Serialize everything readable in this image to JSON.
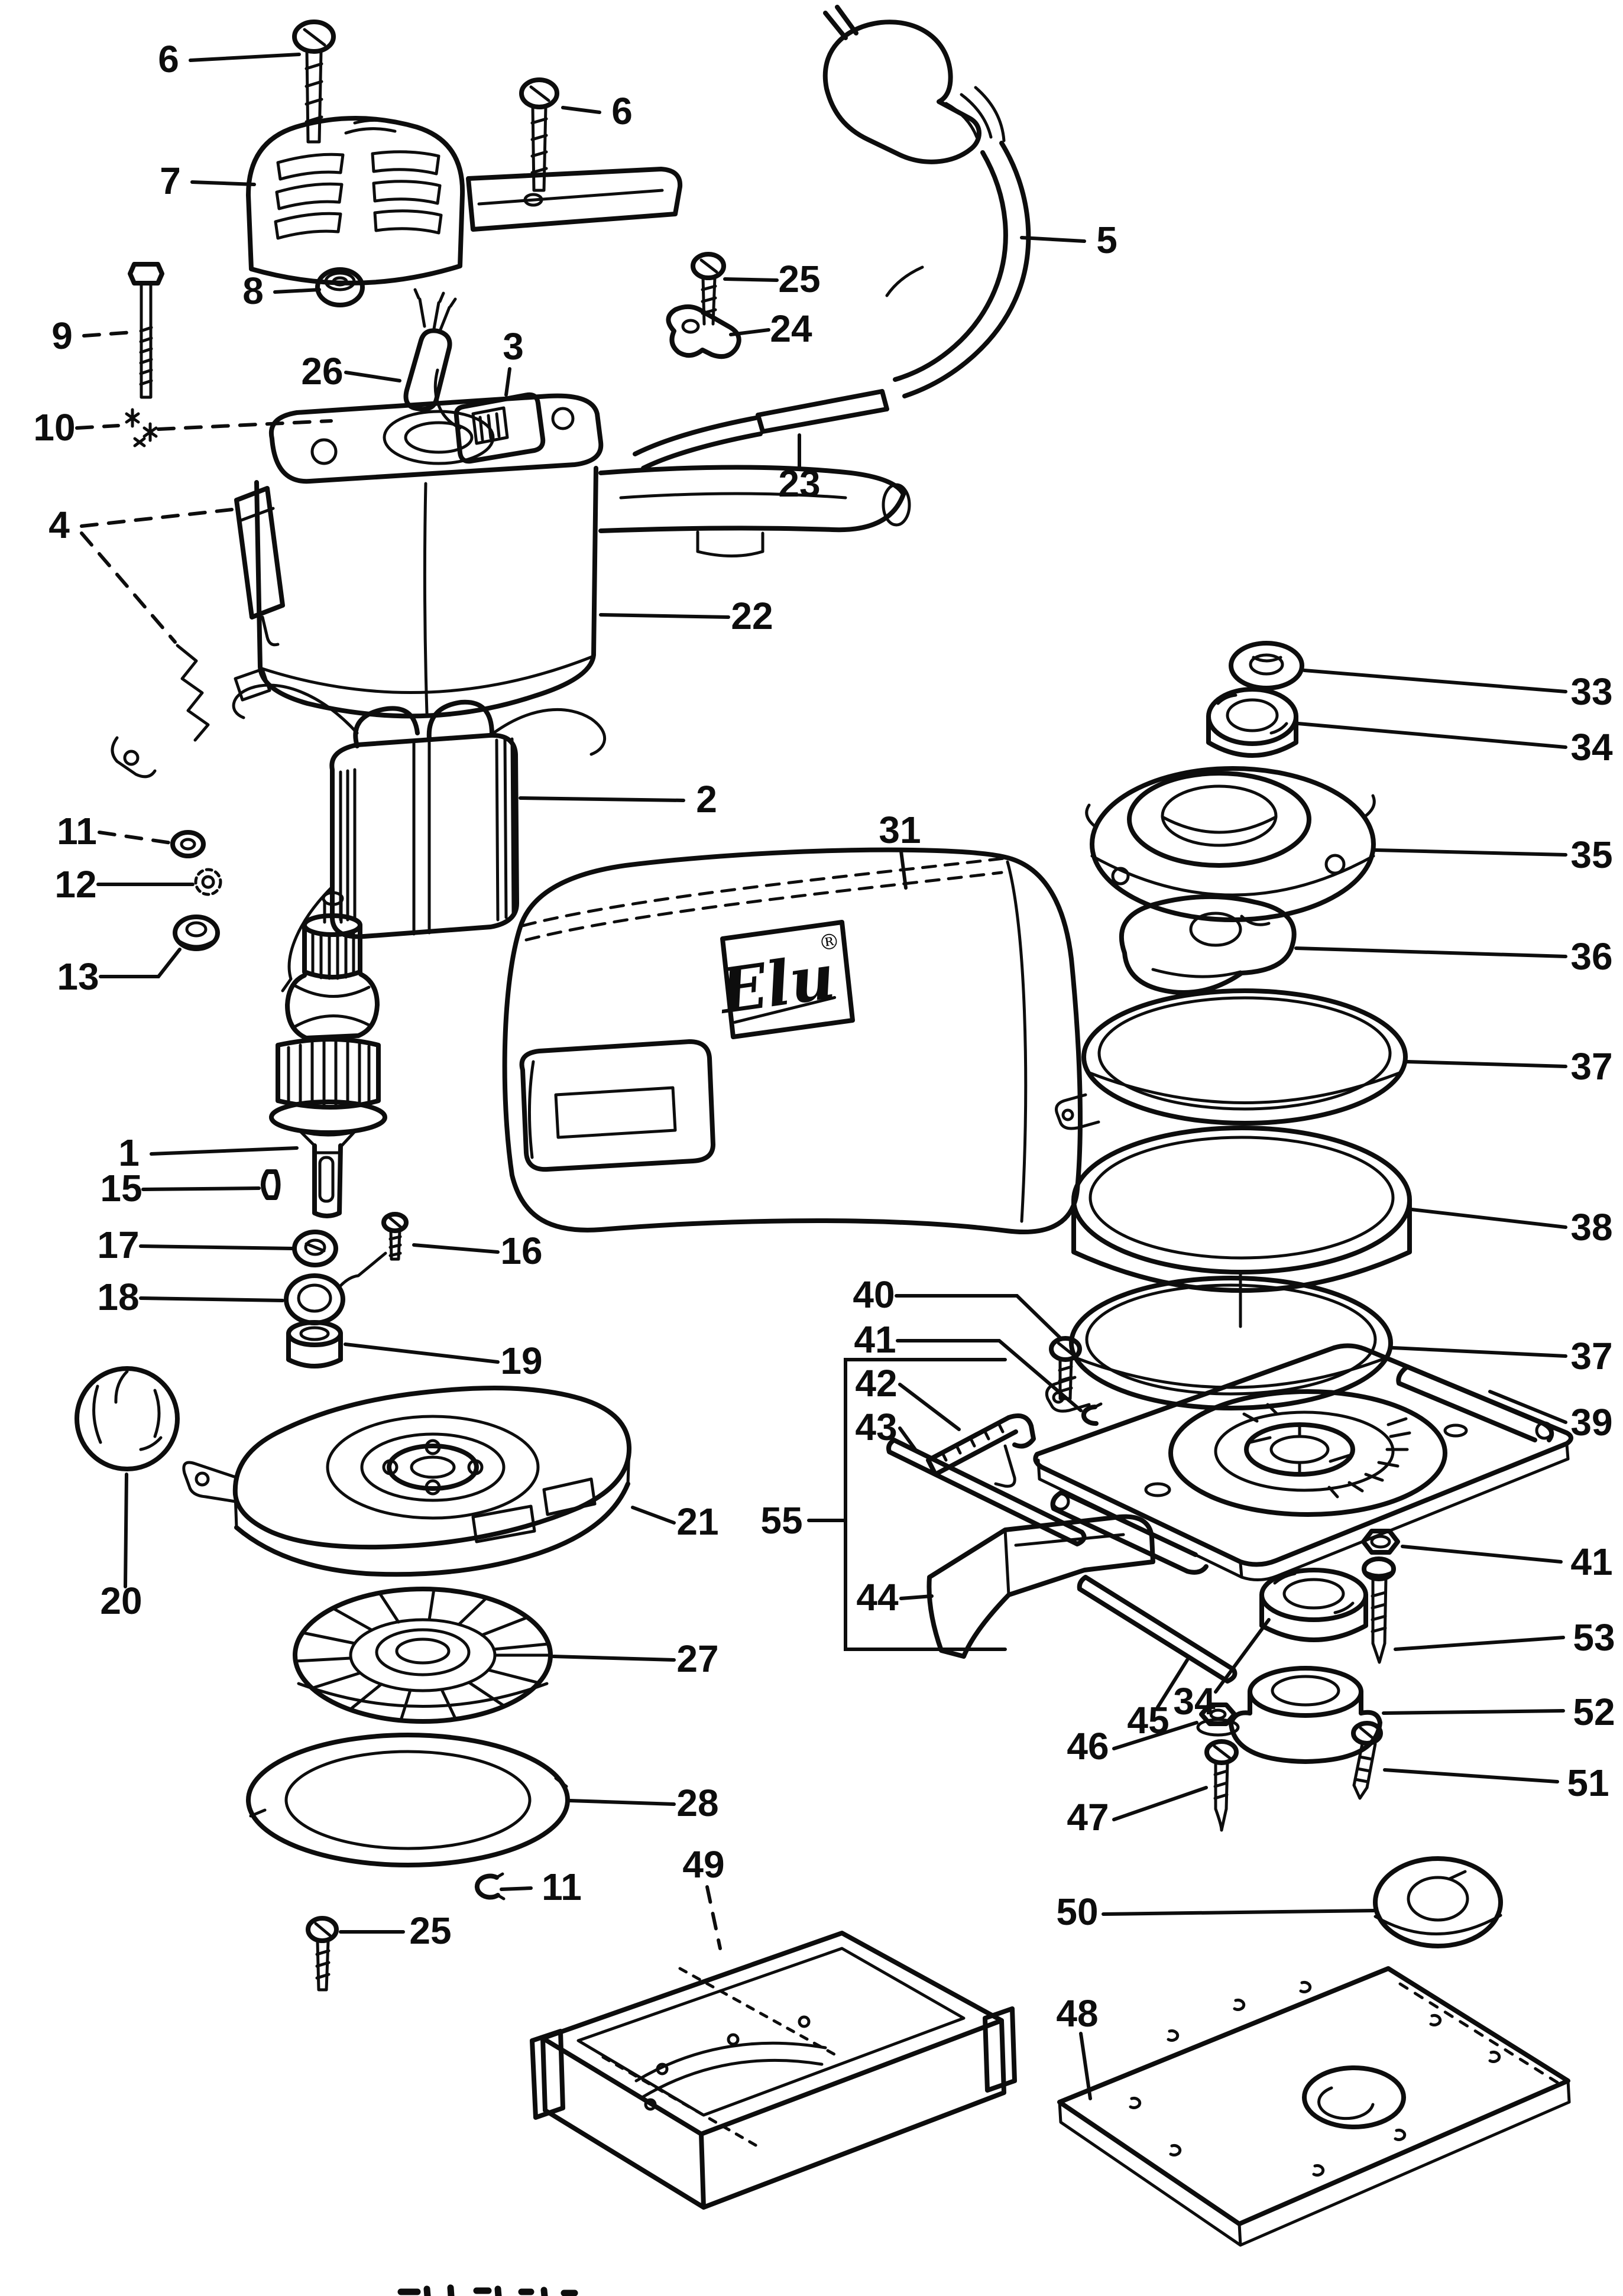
{
  "document": {
    "type": "exploded-parts-diagram",
    "paper_color": "#ffffff",
    "ink_color": "#0d0d0d"
  },
  "logo": {
    "text": "Elu",
    "registered": "®"
  },
  "callouts": {
    "l1": "1",
    "l2": "2",
    "l3": "3",
    "l4": "4",
    "l5": "5",
    "l6a": "6",
    "l6b": "6",
    "l7": "7",
    "l8": "8",
    "l9": "9",
    "l10": "10",
    "l11a": "11",
    "l11b": "11",
    "l12": "12",
    "l13": "13",
    "l15": "15",
    "l16": "16",
    "l17": "17",
    "l18": "18",
    "l19": "19",
    "l20": "20",
    "l21": "21",
    "l22": "22",
    "l23": "23",
    "l24": "24",
    "l25a": "25",
    "l25b": "25",
    "l26": "26",
    "l27": "27",
    "l28": "28",
    "l31": "31",
    "l33": "33",
    "l34a": "34",
    "l34b": "34",
    "l35": "35",
    "l36": "36",
    "l37a": "37",
    "l37b": "37",
    "l38": "38",
    "l39": "39",
    "l40": "40",
    "l41a": "41",
    "l41b": "41",
    "l42": "42",
    "l43": "43",
    "l44": "44",
    "l45": "45",
    "l46": "46",
    "l47": "47",
    "l48": "48",
    "l49": "49",
    "l50": "50",
    "l51": "51",
    "l52": "52",
    "l53": "53",
    "l55": "55"
  }
}
